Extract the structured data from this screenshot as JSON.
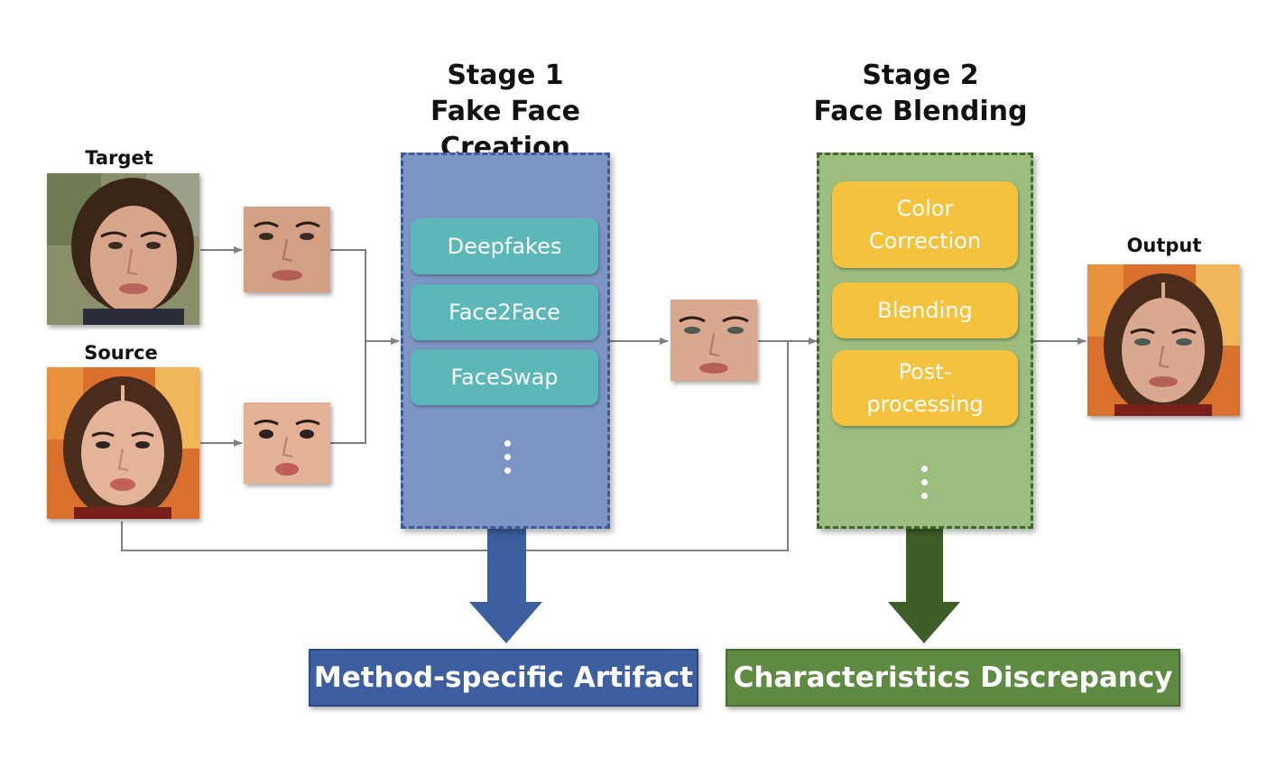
{
  "stage1": {
    "title_line1": "Stage 1",
    "title_line2": "Fake Face Creation",
    "methods": [
      "Deepfakes",
      "Face2Face",
      "FaceSwap"
    ],
    "more": "⋮"
  },
  "stage2": {
    "title_line1": "Stage 2",
    "title_line2": "Face Blending",
    "steps": [
      "Color Correction",
      "Blending",
      "Post-processing"
    ],
    "more": "⋮"
  },
  "labels": {
    "target": "Target",
    "source": "Source",
    "output": "Output"
  },
  "results": {
    "artifact": "Method-specific Artifact",
    "discrepancy": "Characteristics Discrepancy"
  },
  "colors": {
    "stage1_fill": "#7d95c4",
    "stage1_border": "#3b5a9a",
    "stage2_fill": "#9cbd80",
    "stage2_border": "#3f6a2c",
    "method_fill": "#5cb7b9",
    "step_fill": "#f4c23c",
    "artifact_fill": "#3d5fa0",
    "discrepancy_fill": "#5e8a42",
    "arrow_blue": "#3d5fa0",
    "arrow_green": "#3e5e28",
    "connector": "#808080"
  }
}
